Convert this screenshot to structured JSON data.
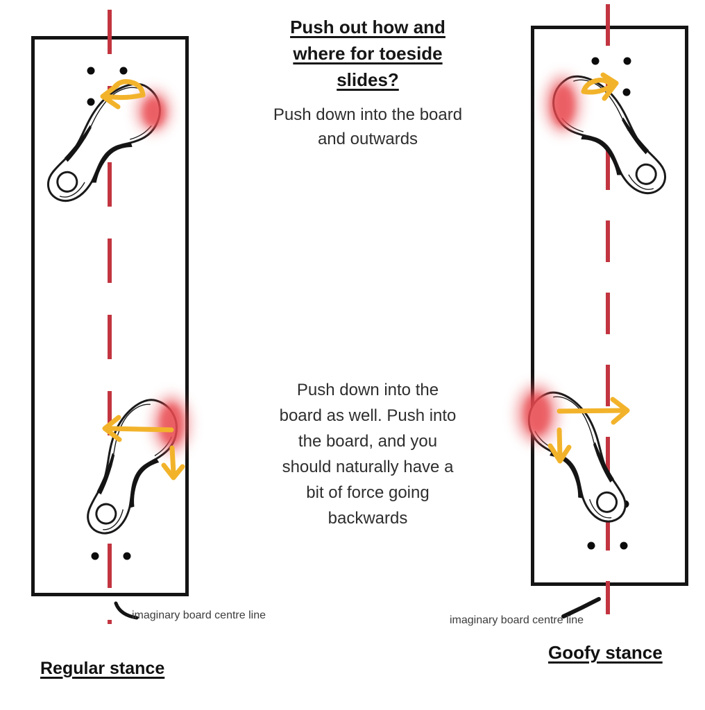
{
  "title": {
    "lines": [
      "Push out how and",
      "where for toeside",
      "slides?"
    ]
  },
  "subtitle": {
    "lines": [
      "Push down into the board",
      "and outwards"
    ]
  },
  "note": {
    "lines": [
      "Push down into the",
      "board as well. Push into",
      "the board, and you",
      "should naturally have a",
      "bit of force going",
      "backwards"
    ]
  },
  "boards": {
    "left": {
      "stance_label": "Regular stance",
      "centreline_label": "imaginary board centre line"
    },
    "right": {
      "stance_label": "Goofy stance",
      "centreline_label": "imaginary board centre line"
    }
  },
  "colors": {
    "centre_line_red": "#c23540",
    "pressure_red": "#e8484f",
    "arrow_yellow": "#f2b32b",
    "ink_black": "#141414",
    "text_dark": "#2e2e2e"
  }
}
